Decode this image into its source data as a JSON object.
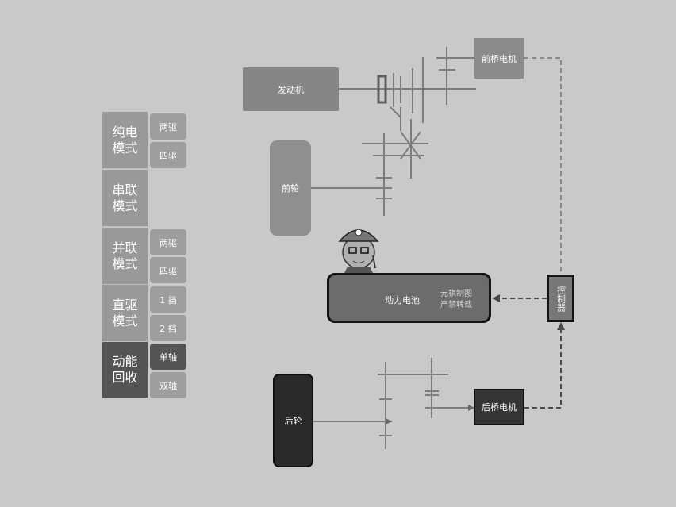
{
  "modes": [
    {
      "label": "纯电模式",
      "subs": [
        "两驱",
        "四驱"
      ]
    },
    {
      "label": "串联模式",
      "subs": []
    },
    {
      "label": "并联模式",
      "subs": [
        "两驱",
        "四驱"
      ]
    },
    {
      "label": "直驱模式",
      "subs": [
        "1 挡",
        "2 挡"
      ]
    },
    {
      "label": "动能回收",
      "subs": [
        "单轴",
        "双轴"
      ],
      "active": true,
      "active_sub": "单轴"
    }
  ],
  "components": {
    "engine": "发动机",
    "front_wheel": "前轮",
    "rear_wheel": "后轮",
    "front_motor": "前桥电机",
    "rear_motor": "后桥电机",
    "battery": "动力电池",
    "controller": "控制器"
  },
  "watermark": [
    "元祺制图",
    "严禁转载"
  ],
  "colors": {
    "background": "#c9c9c9",
    "mode_active": "#545454",
    "mode_default": "#999999",
    "gear_line": "#808080",
    "energy_flow": "#4a4a4a"
  }
}
